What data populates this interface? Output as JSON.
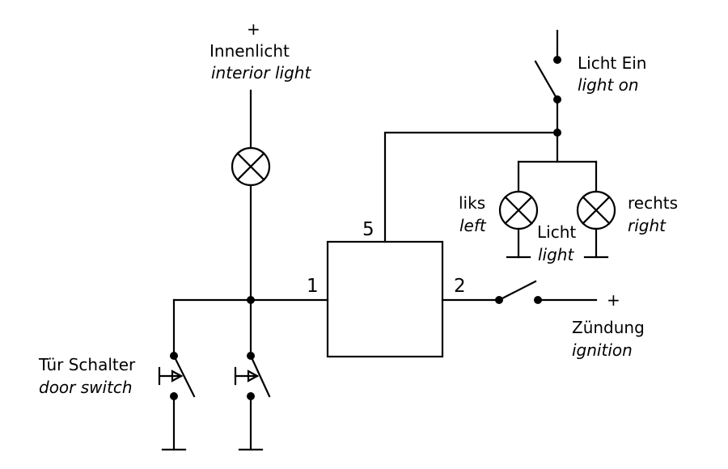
{
  "labels": {
    "plus_top": "+",
    "interior_de": "Innenlicht",
    "interior_en": "interior light",
    "light_on_de": "Licht Ein",
    "light_on_en": "light on",
    "left_de": "liks",
    "left_en": "left",
    "right_de": "rechts",
    "right_en": "right",
    "light_de": "Licht",
    "light_en": "light",
    "door_de": "Tür Schalter",
    "door_en": "door switch",
    "ignition_de": "Zündung",
    "ignition_en": "ignition",
    "plus_ignition": "+"
  },
  "pins": {
    "pin1": "1",
    "pin2": "2",
    "pin5": "5"
  },
  "icons": {
    "lamp": "lamp-icon",
    "ground": "ground-icon",
    "switch": "switch-icon",
    "pushbutton": "push-button-switch-icon"
  }
}
